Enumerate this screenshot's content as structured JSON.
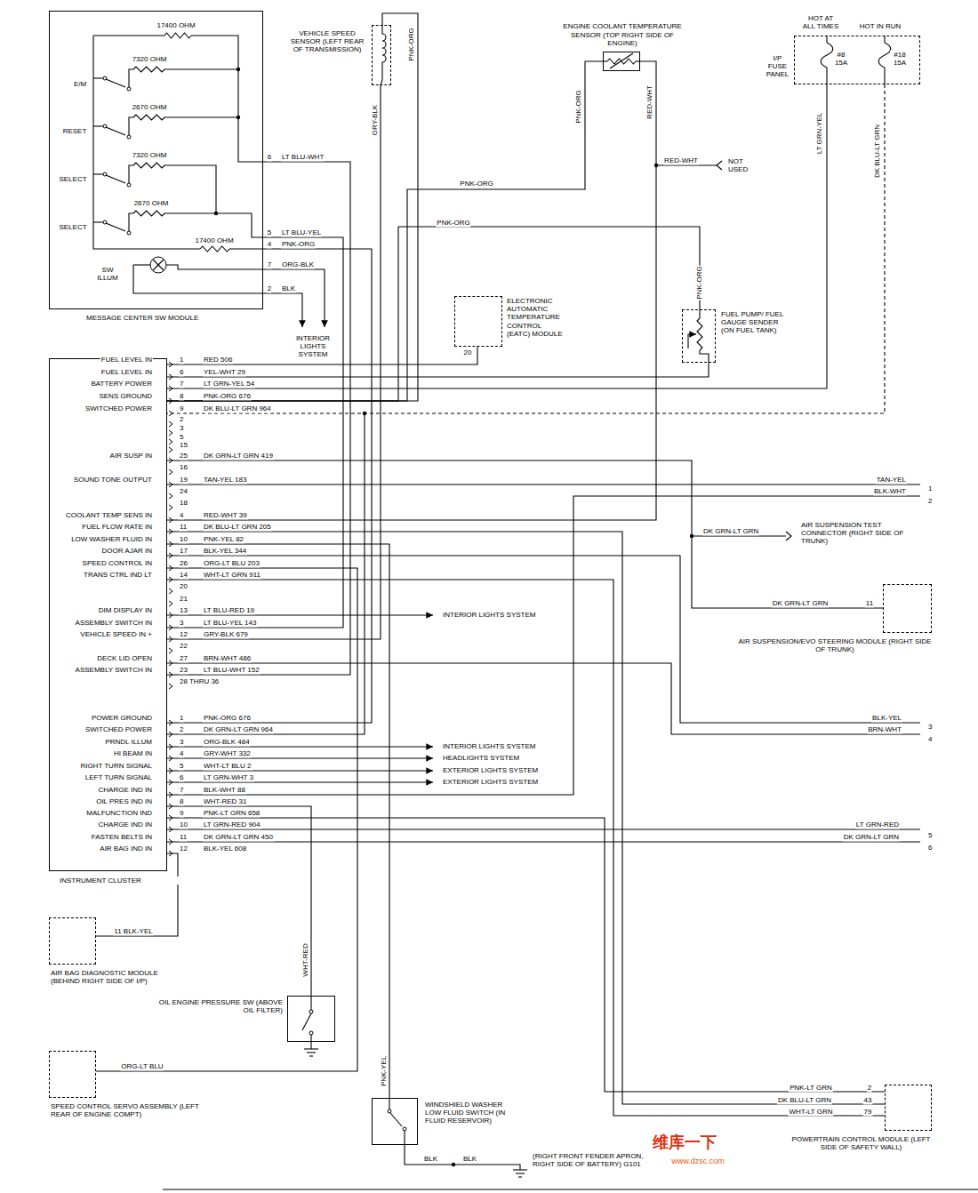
{
  "diagram": {
    "nodes": [
      {
        "text": [
          "MESSAGE CENTER SW MODULE"
        ]
      },
      {
        "text": [
          "VEHICLE SPEED SENSOR (LEFT REAR OF TRANSMISSION)"
        ]
      },
      {
        "text": [
          "ENGINE COOLANT TEMPERATURE SENSOR (TOP RIGHT SIDE OF ENGINE)"
        ]
      },
      {
        "text": [
          "I/P FUSE PANEL"
        ]
      },
      {
        "text": [
          "ELECTRONIC AUTOMATIC TEMPERATURE CONTROL (EATC) MODULE"
        ]
      },
      {
        "text": [
          "FUEL PUMP/ FUEL GAUGE SENDER (ON FUEL TANK)"
        ]
      },
      {
        "text": [
          "INSTRUMENT CLUSTER"
        ]
      },
      {
        "text": [
          "AIR SUSPENSION/EVO STEERING MODULE (RIGHT SIDE OF TRUNK)"
        ]
      },
      {
        "text": [
          "AIR BAG DIAGNOSTIC MODULE (BEHIND RIGHT SIDE OF I/P)"
        ]
      },
      {
        "text": [
          "OIL ENGINE PRESSURE SW (ABOVE OIL FILTER)"
        ]
      },
      {
        "text": [
          "SPEED CONTROL SERVO ASSEMBLY (LEFT REAR OF ENGINE COMPT)"
        ]
      },
      {
        "text": [
          "WINDSHIELD WASHER LOW FLUID SWITCH (IN FLUID RESERVOIR)"
        ]
      },
      {
        "text": [
          "POWERTRAIN CONTROL MODULE (LEFT SIDE OF SAFETY WALL)"
        ]
      }
    ],
    "edges": [
      {
        "from": 0,
        "to": 6,
        "label": "LT BLU-WHT",
        "arrow": "none"
      },
      {
        "from": 0,
        "to": 6,
        "label": "LT BLU-YEL",
        "arrow": "none"
      },
      {
        "from": 0,
        "to": 6,
        "label": "PNK-ORG",
        "arrow": "none"
      },
      {
        "from": 1,
        "to": 6,
        "label": "GRY-BLK",
        "arrow": "none"
      },
      {
        "from": 1,
        "to": 6,
        "label": "PNK-ORG",
        "arrow": "none"
      },
      {
        "from": 2,
        "to": 6,
        "label": "RED-WHT",
        "arrow": "none"
      },
      {
        "from": 2,
        "to": 6,
        "label": "PNK-ORG",
        "arrow": "none"
      },
      {
        "from": 3,
        "to": 6,
        "label": "LT GRN-YEL",
        "arrow": "none"
      },
      {
        "from": 3,
        "to": 6,
        "label": "DK BLU-LT GRN",
        "arrow": "none"
      },
      {
        "from": 4,
        "to": 6,
        "arrow": "none"
      },
      {
        "from": 5,
        "to": 6,
        "arrow": "none"
      },
      {
        "from": 5,
        "to": 6,
        "label": "PNK-ORG",
        "arrow": "none"
      },
      {
        "from": 7,
        "to": 6,
        "label": "DK GRN-LT GRN",
        "arrow": "none"
      },
      {
        "from": 9,
        "to": 6,
        "label": "WHT-RED",
        "arrow": "none"
      },
      {
        "from": 8,
        "to": 6,
        "label": "11 BLK-YEL",
        "arrow": "none"
      },
      {
        "from": 10,
        "to": 6,
        "label": "ORG-LT BLU",
        "arrow": "none"
      },
      {
        "from": 11,
        "to": 6,
        "label": "PNK-YEL",
        "arrow": "none"
      },
      {
        "from": 12,
        "to": 6,
        "label": "PNK-LT GRN",
        "arrow": "none"
      },
      {
        "from": 12,
        "to": 6,
        "label": "DK BLU-LT GRN",
        "arrow": "none"
      },
      {
        "from": 12,
        "to": 6,
        "label": "WHT-LT GRN",
        "arrow": "none"
      }
    ],
    "labels": [
      "17400 OHM",
      "7320 OHM",
      "E/M",
      "2670 OHM",
      "RESET",
      "7320 OHM",
      "SELECT",
      "2670 OHM",
      "SELECT",
      "17400 OHM",
      "SW ILLUM",
      "6",
      "5",
      "4",
      "7",
      "2",
      "ORG-BLK",
      "BLK",
      "INTERIOR LIGHTS SYSTEM",
      "HOT AT ALL TIMES",
      "HOT IN RUN",
      "#8 15A",
      "#18 15A",
      "RED-WHT",
      "NOT USED",
      "PNK-ORG",
      "PNK-ORG",
      "20",
      "FUEL LEVEL IN",
      "FUEL LEVEL IN",
      "BATTERY POWER",
      "SENS GROUND",
      "SWITCHED POWER",
      "AIR SUSP IN",
      "SOUND TONE OUTPUT",
      "COOLANT TEMP SENS IN",
      "FUEL FLOW RATE IN",
      "LOW WASHER FLUID IN",
      "DOOR AJAR IN",
      "SPEED CONTROL IN",
      "TRANS CTRL IND LT",
      "DIM DISPLAY IN",
      "ASSEMBLY SWITCH IN",
      "VEHICLE SPEED IN +",
      "DECK LID OPEN",
      "ASSEMBLY SWITCH IN",
      "POWER GROUND",
      "SWITCHED POWER",
      "PRNDL ILLUM",
      "HI BEAM IN",
      "RIGHT TURN SIGNAL",
      "LEFT TURN SIGNAL",
      "CHARGE IND IN",
      "OIL PRES IND IN",
      "MALFUNCTION IND",
      "CHARGE IND IN",
      "FASTEN BELTS IN",
      "AIR BAG IND IN",
      "1",
      "RED 506",
      "6",
      "YEL-WHT 29",
      "7",
      "LT GRN-YEL 54",
      "8",
      "PNK-ORG 676",
      "9",
      "DK BLU-LT GRN 964",
      "2",
      "3",
      "5",
      "15",
      "25",
      "DK GRN-LT GRN 419",
      "16",
      "19",
      "TAN-YEL 183",
      "24",
      "18",
      "4",
      "RED-WHT 39",
      "11",
      "DK BLU-LT GRN 205",
      "10",
      "PNK-YEL 82",
      "17",
      "BLK-YEL 344",
      "26",
      "ORG-LT BLU 203",
      "14",
      "WHT-LT GRN 911",
      "20",
      "21",
      "13",
      "LT BLU-RED 19",
      "3",
      "LT BLU-YEL 143",
      "12",
      "GRY-BLK 679",
      "22",
      "27",
      "BRN-WHT 486",
      "23",
      "LT BLU-WHT 152",
      "28 THRU 36",
      "1",
      "PNK-ORG 676",
      "2",
      "DK GRN-LT GRN 964",
      "3",
      "ORG-BLK 484",
      "4",
      "GRY-WHT 332",
      "5",
      "WHT-LT BLU 2",
      "6",
      "LT GRN-WHT 3",
      "7",
      "BLK-WHT 88",
      "8",
      "WHT-RED 31",
      "9",
      "PNK-LT GRN 658",
      "10",
      "LT GRN-RED 904",
      "11",
      "DK GRN-LT GRN 450",
      "12",
      "BLK-YEL 608",
      "INTERIOR LIGHTS SYSTEM",
      "INTERIOR LIGHTS SYSTEM",
      "HEADLIGHTS SYSTEM",
      "EXTERIOR LIGHTS SYSTEM",
      "EXTERIOR LIGHTS SYSTEM",
      "TAN-YEL",
      "BLK-WHT",
      "1",
      "2",
      "DK GRN-LT GRN",
      "AIR SUSPENSION TEST CONNECTOR (RIGHT SIDE OF TRUNK)",
      "11",
      "BLK-YEL",
      "BRN-WHT",
      "3",
      "4",
      "LT GRN-RED",
      "DK GRN-LT GRN",
      "5",
      "6",
      "BLK",
      "BLK",
      "(RIGHT FRONT FENDER APRON, RIGHT SIDE OF BATTERY) G101",
      "2",
      "43",
      "79",
      "维库一下",
      "www.dzsc.com"
    ]
  }
}
